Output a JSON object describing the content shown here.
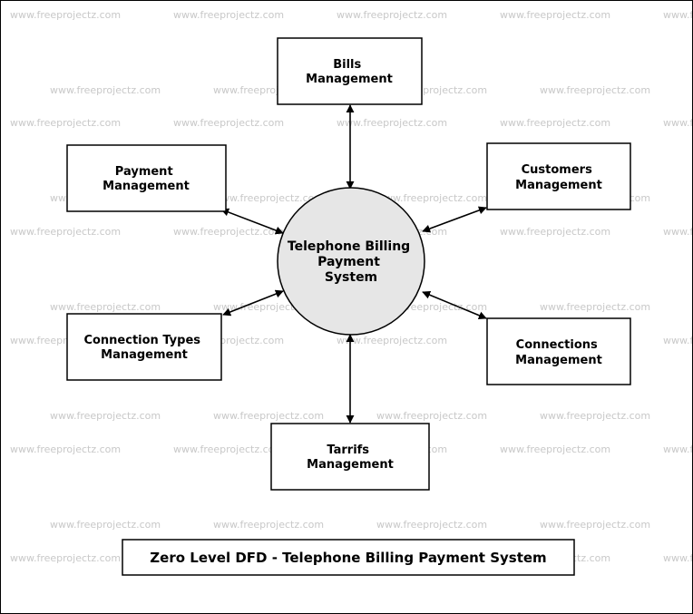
{
  "watermark": {
    "text": "www.freeprojectz.com"
  },
  "center": {
    "lines": [
      "Telephone Billing",
      "Payment",
      "System"
    ]
  },
  "entities": [
    {
      "id": "bills",
      "lines": [
        "Bills",
        "Management"
      ]
    },
    {
      "id": "customers",
      "lines": [
        "Customers",
        "Management"
      ]
    },
    {
      "id": "connections",
      "lines": [
        "Connections",
        "Management"
      ]
    },
    {
      "id": "tarrifs",
      "lines": [
        "Tarrifs",
        "Management"
      ]
    },
    {
      "id": "connection-types",
      "lines": [
        "Connection Types",
        "Management"
      ]
    },
    {
      "id": "payment",
      "lines": [
        "Payment",
        "Management"
      ]
    }
  ],
  "caption": {
    "text": "Zero Level DFD - Telephone Billing Payment System"
  },
  "colors": {
    "process_fill": "#e6e6e6",
    "stroke": "#000000",
    "watermark": "#c8c8c8"
  }
}
